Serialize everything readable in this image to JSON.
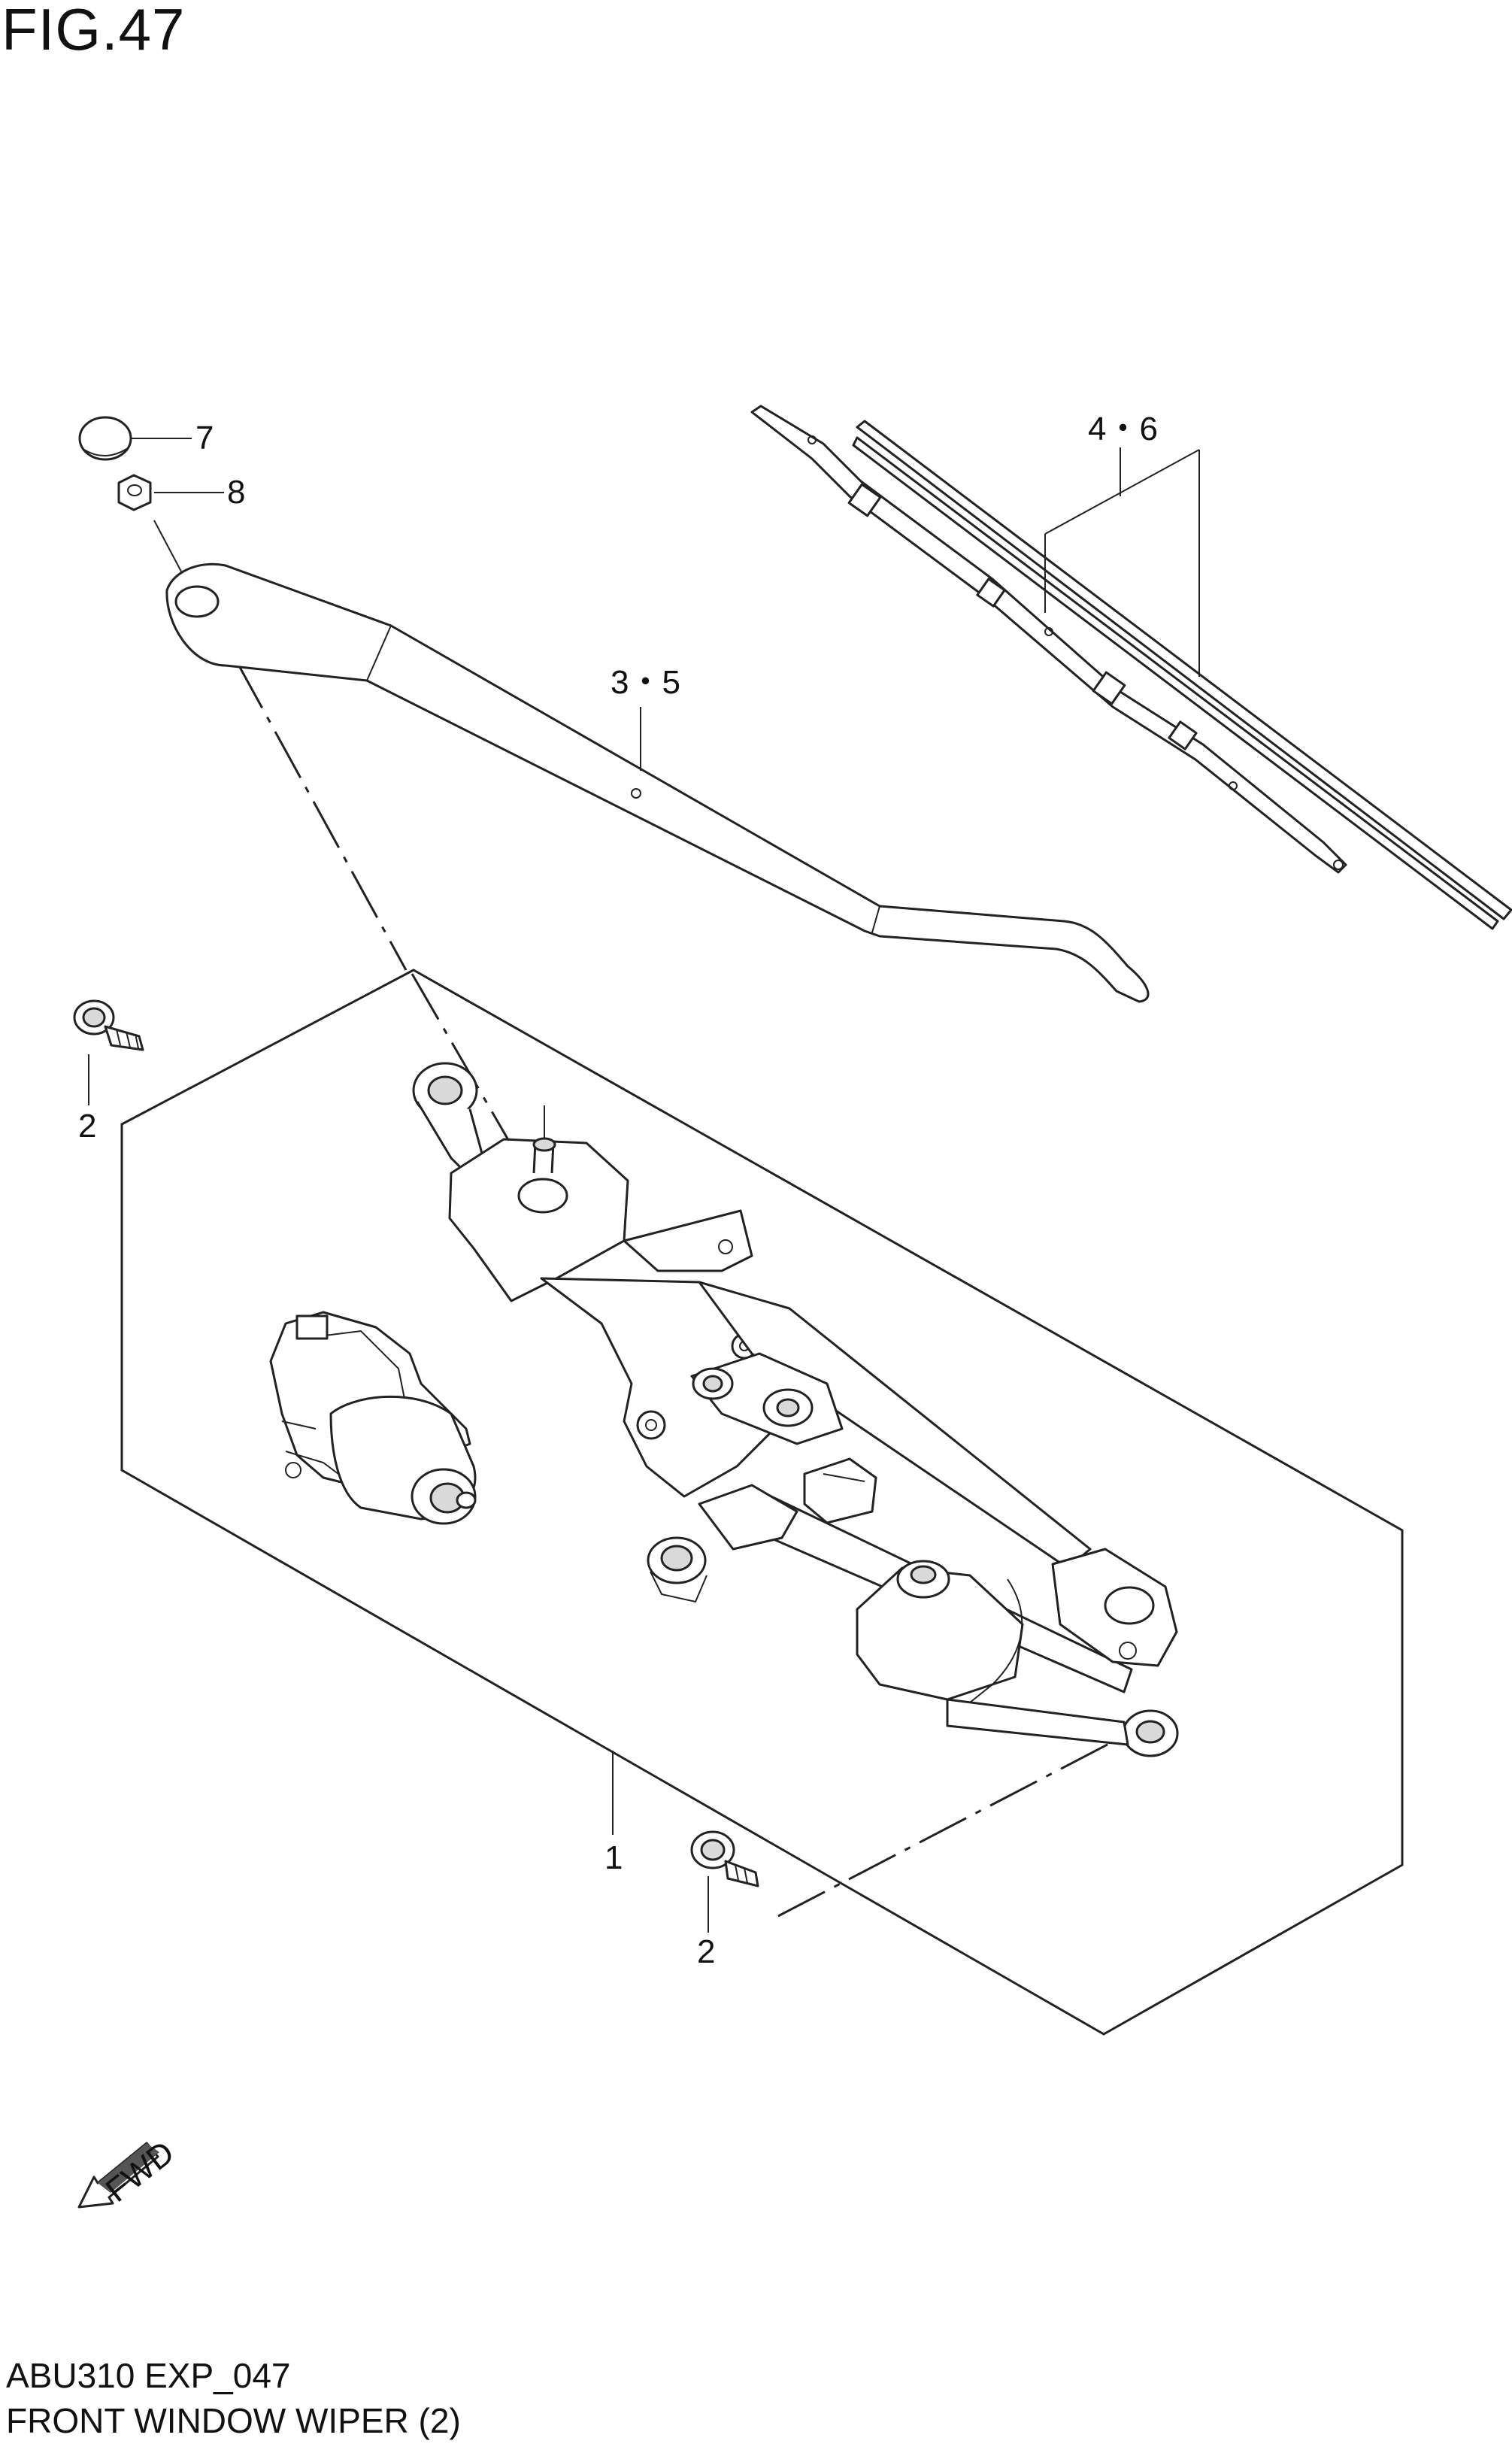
{
  "figure": {
    "title": "FIG.47",
    "code": "ABU310 EXP_047",
    "name": "FRONT WINDOW WIPER (2)"
  },
  "callouts": {
    "c1": "1",
    "c2a": "2",
    "c2b": "2",
    "c35": "3・5",
    "c46": "4・6",
    "c7": "7",
    "c8": "8"
  },
  "direction_badge": "FWD"
}
